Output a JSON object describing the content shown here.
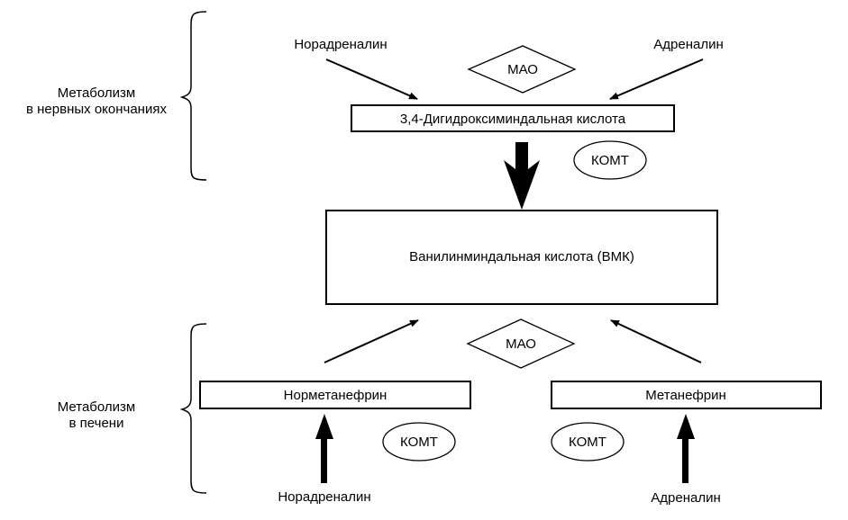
{
  "diagram": {
    "nerve_section": {
      "label_line1": "Метаболизм",
      "label_line2": "в нервных окончаниях",
      "source_left": "Норадреналин",
      "source_right": "Адреналин",
      "enzyme_mao": "МАО",
      "intermediate": "3,4-Дигидроксиминдальная кислота",
      "enzyme_komt": "КОМТ"
    },
    "product": "Ванилинминдальная кислота (ВМК)",
    "liver_section": {
      "label_line1": "Метаболизм",
      "label_line2": "в печени",
      "enzyme_mao": "МАО",
      "intermediate_left": "Норметанефрин",
      "intermediate_right": "Метанефрин",
      "enzyme_komt_left": "КОМТ",
      "enzyme_komt_right": "КОМТ",
      "source_left": "Норадреналин",
      "source_right": "Адреналин"
    }
  }
}
